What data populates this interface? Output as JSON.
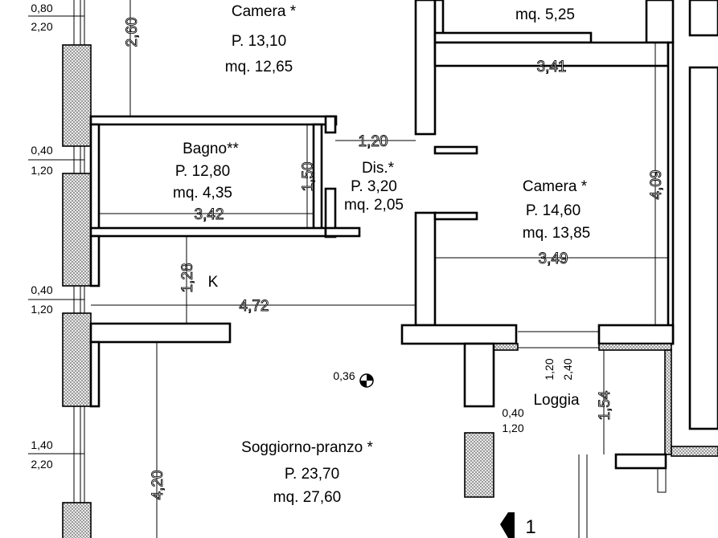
{
  "rooms": {
    "camera_top_left": {
      "name": "Camera *",
      "perimeter": "P. 13,10",
      "area": "mq. 12,65"
    },
    "camera_top_right": {
      "area": "mq. 5,25"
    },
    "bagno": {
      "name": "Bagno**",
      "perimeter": "P. 12,80",
      "area": "mq. 4,35"
    },
    "dis": {
      "name": "Dis.*",
      "perimeter": "P. 3,20",
      "area": "mq. 2,05"
    },
    "camera_right": {
      "name": "Camera *",
      "perimeter": "P. 14,60",
      "area": "mq. 13,85"
    },
    "kitchen": {
      "name": "K"
    },
    "soggiorno": {
      "name": "Soggiorno-pranzo *",
      "perimeter": "P. 23,70",
      "area": "mq. 27,60"
    },
    "loggia": {
      "name": "Loggia"
    }
  },
  "dimensions": {
    "d_260": "2,60",
    "d_341": "3,41",
    "d_120_dis": "1,20",
    "d_150": "1,50",
    "d_342": "3,42",
    "d_409": "4,09",
    "d_349": "3,49",
    "d_128": "1,28",
    "d_472": "4,72",
    "d_420": "4,20",
    "d_154": "1,54"
  },
  "window_labels": {
    "w1_top": "0,80",
    "w1_bottom": "2,20",
    "w2_top": "0,40",
    "w2_bottom": "1,20",
    "w3_top": "0,40",
    "w3_bottom": "1,20",
    "w4_top": "1,40",
    "w4_bottom": "2,20",
    "loggia_sill_top": "0,40",
    "loggia_sill_bottom": "1,20",
    "loggia_door_a": "1,20",
    "loggia_door_b": "2,40"
  },
  "level_mark": "0,36",
  "section_mark": "1"
}
